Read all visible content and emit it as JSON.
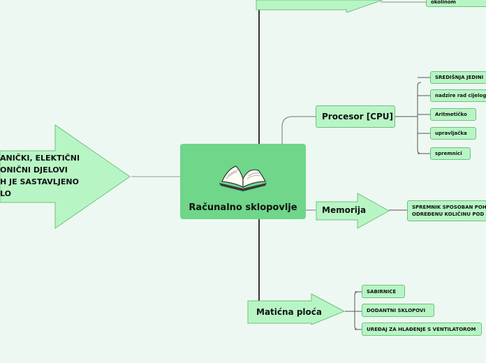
{
  "central": {
    "title": "Računalno sklopovlje",
    "icon": "open-book-icon"
  },
  "left_branch": {
    "lines": [
      "ANIČKI, ELEKTIČNI",
      "ONIČNI DJELOVI",
      "H JE SASTAVLJENO",
      "LO"
    ]
  },
  "top_branch": {
    "leaf": "okolinom"
  },
  "procesor": {
    "label": "Procesor [CPU]",
    "children": [
      "SREDIŠNJA JEDINI",
      "nadzire rad cijelog",
      "Aritmetičko",
      "upravljačka",
      "spremnici"
    ]
  },
  "memorija": {
    "label": "Memorija",
    "children": [
      {
        "line1": "SPREMNIK SPOSOBAN POH",
        "line2": "ODREĐENU KOLIČINU POD"
      }
    ]
  },
  "maticna": {
    "label": "Matićna ploća",
    "children": [
      "SABIRNICE",
      "DODANTNI SKLOPOVI",
      "UREĐAJ ZA HLAĐENJE S VENTILATOROM"
    ]
  },
  "colors": {
    "background": "#eef8f2",
    "central_fill": "#6fd68a",
    "node_fill": "#b8f5c4",
    "node_border": "#6fbf80",
    "trunk_line": "#333333",
    "branch_line": "#8a8a8a"
  }
}
